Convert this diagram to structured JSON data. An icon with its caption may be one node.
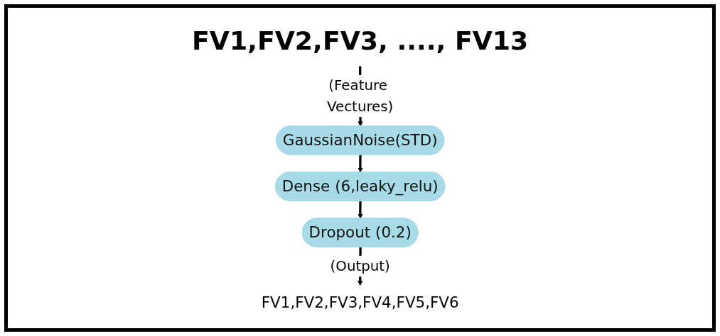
{
  "diagram": {
    "nodes": [
      {
        "text": [
          "FV1,FV2,FV3, ...., FV13"
        ]
      },
      {
        "text": [
          "GaussianNoise(STD)"
        ]
      },
      {
        "text": [
          "Dense (6,leaky_relu)"
        ]
      },
      {
        "text": [
          "Dropout (0.2)"
        ]
      },
      {
        "text": [
          "FV1,FV2,FV3,FV4,FV5,FV6"
        ]
      }
    ],
    "edges": [
      {
        "from": 0,
        "to": 1,
        "arrow": "to",
        "label": "(Feature Vectures)"
      },
      {
        "from": 1,
        "to": 2,
        "arrow": "to"
      },
      {
        "from": 2,
        "to": 3,
        "arrow": "to"
      },
      {
        "from": 3,
        "to": 4,
        "arrow": "to",
        "label": "(Output)"
      }
    ]
  }
}
